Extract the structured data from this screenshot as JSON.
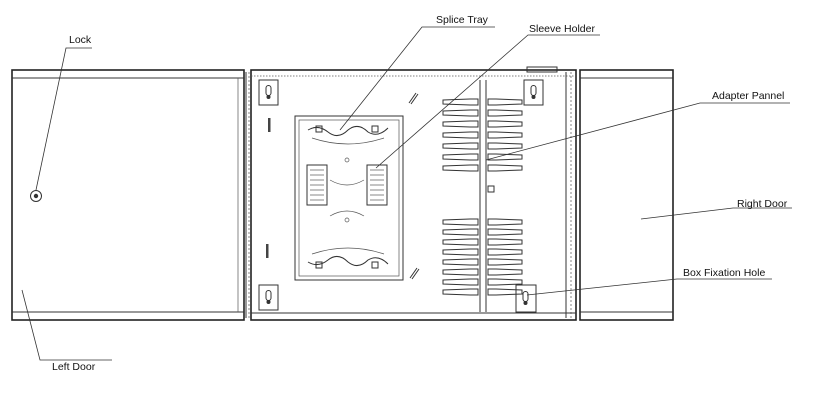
{
  "labels": {
    "lock": "Lock",
    "splice_tray": "Splice Tray",
    "sleeve_holder": "Sleeve Holder",
    "adapter_pannel": "Adapter Pannel",
    "right_door": "Right Door",
    "box_fixation_hole": "Box Fixation Hole",
    "left_door": "Left Door"
  },
  "adapter_ports": {
    "upper_group": 7,
    "lower_group": 8
  }
}
